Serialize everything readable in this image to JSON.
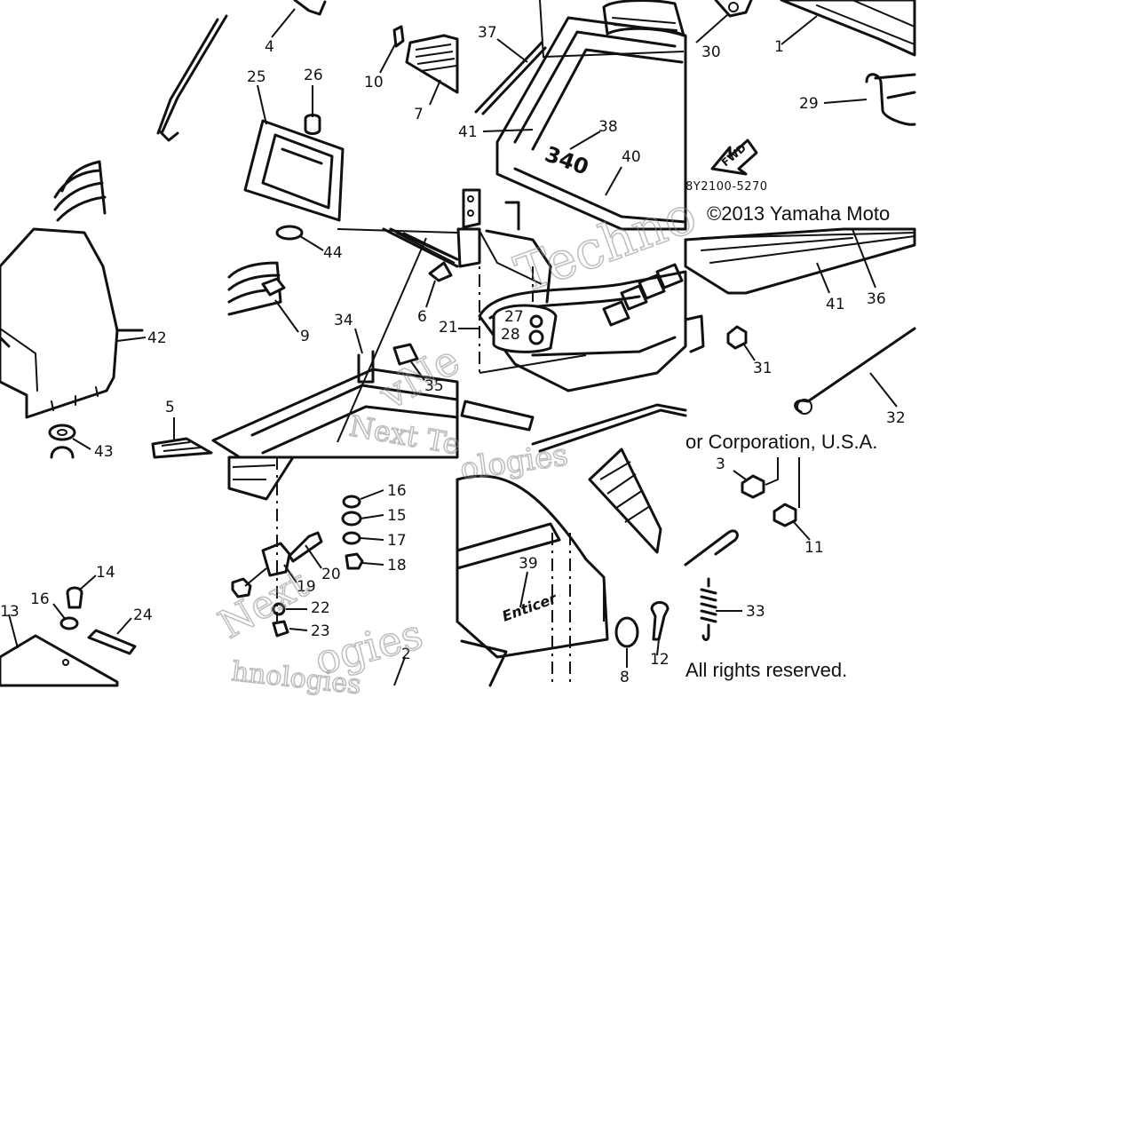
{
  "callouts": [
    {
      "id": "c4",
      "label": "4"
    },
    {
      "id": "c25",
      "label": "25"
    },
    {
      "id": "c26",
      "label": "26"
    },
    {
      "id": "c10",
      "label": "10"
    },
    {
      "id": "c7",
      "label": "7"
    },
    {
      "id": "c37",
      "label": "37"
    },
    {
      "id": "c30",
      "label": "30"
    },
    {
      "id": "c1",
      "label": "1"
    },
    {
      "id": "c29",
      "label": "29"
    },
    {
      "id": "c41a",
      "label": "41"
    },
    {
      "id": "c38",
      "label": "38"
    },
    {
      "id": "c40",
      "label": "40"
    },
    {
      "id": "c44",
      "label": "44"
    },
    {
      "id": "c6",
      "label": "6"
    },
    {
      "id": "c9",
      "label": "9"
    },
    {
      "id": "c34",
      "label": "34"
    },
    {
      "id": "c42",
      "label": "42"
    },
    {
      "id": "c27",
      "label": "27"
    },
    {
      "id": "c28",
      "label": "28"
    },
    {
      "id": "c21",
      "label": "21"
    },
    {
      "id": "c41b",
      "label": "41"
    },
    {
      "id": "c36",
      "label": "36"
    },
    {
      "id": "c31",
      "label": "31"
    },
    {
      "id": "c35",
      "label": "35"
    },
    {
      "id": "c32",
      "label": "32"
    },
    {
      "id": "c5",
      "label": "5"
    },
    {
      "id": "c43",
      "label": "43"
    },
    {
      "id": "c16a",
      "label": "16"
    },
    {
      "id": "c15",
      "label": "15"
    },
    {
      "id": "c17",
      "label": "17"
    },
    {
      "id": "c18",
      "label": "18"
    },
    {
      "id": "c3",
      "label": "3"
    },
    {
      "id": "c11",
      "label": "11"
    },
    {
      "id": "c20",
      "label": "20"
    },
    {
      "id": "c19",
      "label": "19"
    },
    {
      "id": "c39",
      "label": "39"
    },
    {
      "id": "c14",
      "label": "14"
    },
    {
      "id": "c16b",
      "label": "16"
    },
    {
      "id": "c24",
      "label": "24"
    },
    {
      "id": "c13",
      "label": "13"
    },
    {
      "id": "c22",
      "label": "22"
    },
    {
      "id": "c23",
      "label": "23"
    },
    {
      "id": "c33",
      "label": "33"
    },
    {
      "id": "c12",
      "label": "12"
    },
    {
      "id": "c8",
      "label": "8"
    },
    {
      "id": "c2",
      "label": "2"
    }
  ],
  "diagram_code": "8Y2100-5270",
  "copyright": {
    "line1": "©2013 Yamaha Moto",
    "line2": "or Corporation, U.S.A.",
    "line3": "All rights reserved."
  },
  "decals": {
    "model_number": "340",
    "fwd": "FWD",
    "brand": "Enticer"
  },
  "watermark": {
    "line_a": "Techno",
    "line_b": "Next Te",
    "line_c": "ologies",
    "line_d": "Next",
    "line_e": "hnologies",
    "line_f": "ogies",
    "line_g": "vNe"
  }
}
